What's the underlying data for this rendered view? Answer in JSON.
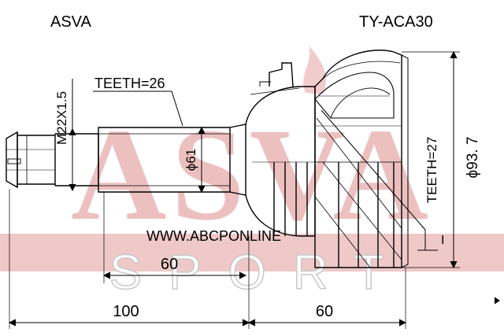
{
  "header": {
    "brand": "ASVA",
    "part_number": "TY-ACA30"
  },
  "watermark": {
    "text": "ASVA",
    "sub_text": "SPORT",
    "website": "WWW.ABCPONLINE",
    "color": "#e8b3b3",
    "band_color": "#efc4c4"
  },
  "specs": {
    "thread": "M22X1.5",
    "outer_teeth": "TEETH=26",
    "shaft_diameter": "ϕ61",
    "inner_teeth": "TEETH=27",
    "outer_diameter": "ϕ93. 7",
    "shaft_length": "60",
    "total_stem": "100",
    "body_length": "60",
    "marker": "I"
  }
}
